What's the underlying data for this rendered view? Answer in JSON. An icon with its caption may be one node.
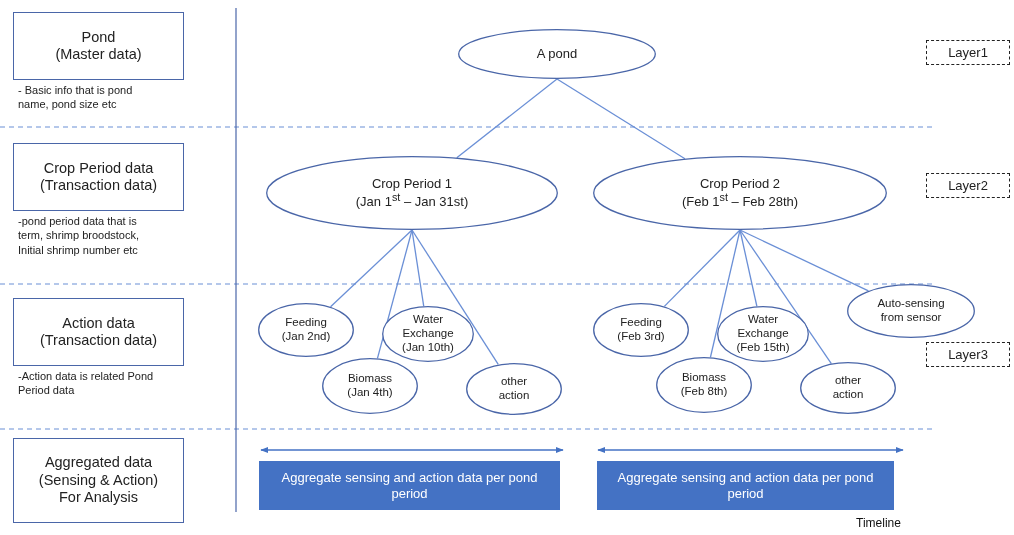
{
  "diagram": {
    "nodes": [
      {
        "text": [
          "Pond",
          "(Master data)"
        ],
        "beside": [
          "- Basic info that is pond name, pond size etc"
        ]
      },
      {
        "text": [
          "Crop Period data",
          "(Transaction data)"
        ],
        "beside": [
          "-pond period data that is term, shrimp broodstock, Initial shrimp number etc"
        ]
      },
      {
        "text": [
          "Action data",
          "(Transaction data)"
        ],
        "beside": [
          "-Action data is related Pond Period data"
        ]
      },
      {
        "text": [
          "Aggregated data",
          "(Sensing & Action)",
          "For Analysis"
        ]
      },
      {
        "text": [
          "A pond"
        ]
      },
      {
        "text": [
          "Crop Period 1",
          "(Jan 1$^{st}$ – Jan 31st)"
        ]
      },
      {
        "text": [
          "Crop Period 2",
          "(Feb 1$^{st}$ – Feb 28th)"
        ]
      },
      {
        "text": [
          "Feeding (Jan 2nd)"
        ]
      },
      {
        "text": [
          "Biomass (Jan 4th)"
        ]
      },
      {
        "text": [
          "Water Exchange (Jan 10th)"
        ]
      },
      {
        "text": [
          "other action"
        ]
      },
      {
        "text": [
          "Feeding (Feb 3rd)"
        ]
      },
      {
        "text": [
          "Biomass (Feb 8th)"
        ]
      },
      {
        "text": [
          "Water Exchange (Feb 15th)"
        ]
      },
      {
        "text": [
          "other action"
        ]
      },
      {
        "text": [
          "Auto-sensing from sensor"
        ]
      },
      {
        "text": [
          "Aggregate sensing and action data per pond period"
        ]
      },
      {
        "text": [
          "Aggregate sensing and action data per pond period"
        ]
      },
      {
        "text": [
          "Layer1"
        ]
      },
      {
        "text": [
          "Layer2"
        ]
      },
      {
        "text": [
          "Layer3"
        ]
      }
    ],
    "edges": [
      {
        "from": 4,
        "to": 5,
        "arrow": "none"
      },
      {
        "from": 4,
        "to": 6,
        "arrow": "none"
      },
      {
        "from": 5,
        "to": 7,
        "arrow": "none"
      },
      {
        "from": 5,
        "to": 8,
        "arrow": "none"
      },
      {
        "from": 5,
        "to": 9,
        "arrow": "none"
      },
      {
        "from": 5,
        "to": 10,
        "arrow": "none"
      },
      {
        "from": 6,
        "to": 11,
        "arrow": "none"
      },
      {
        "from": 6,
        "to": 12,
        "arrow": "none"
      },
      {
        "from": 6,
        "to": 13,
        "arrow": "none"
      },
      {
        "from": 6,
        "to": 14,
        "arrow": "none"
      },
      {
        "from": 6,
        "to": 15,
        "arrow": "none"
      }
    ],
    "labels": [
      "Timeline"
    ]
  }
}
